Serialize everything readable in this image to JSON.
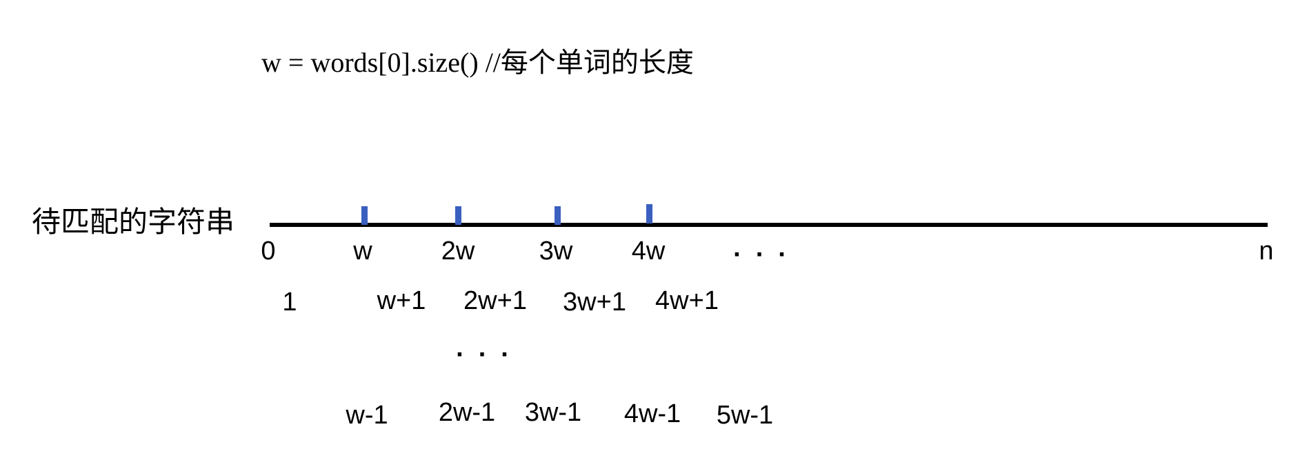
{
  "title": "w = words[0].size() //每个单词的长度",
  "string_label": "待匹配的字符串",
  "tick_color": "#3a5fbf",
  "axis_labels": [
    "0",
    "w",
    "2w",
    "3w",
    "4w",
    "n"
  ],
  "axis_ellipsis": "...",
  "row1": [
    "1",
    "w+1",
    "2w+1",
    "3w+1",
    "4w+1"
  ],
  "middle_ellipsis": "...",
  "row2": [
    "w-1",
    "2w-1",
    "3w-1",
    "4w-1",
    "5w-1"
  ]
}
